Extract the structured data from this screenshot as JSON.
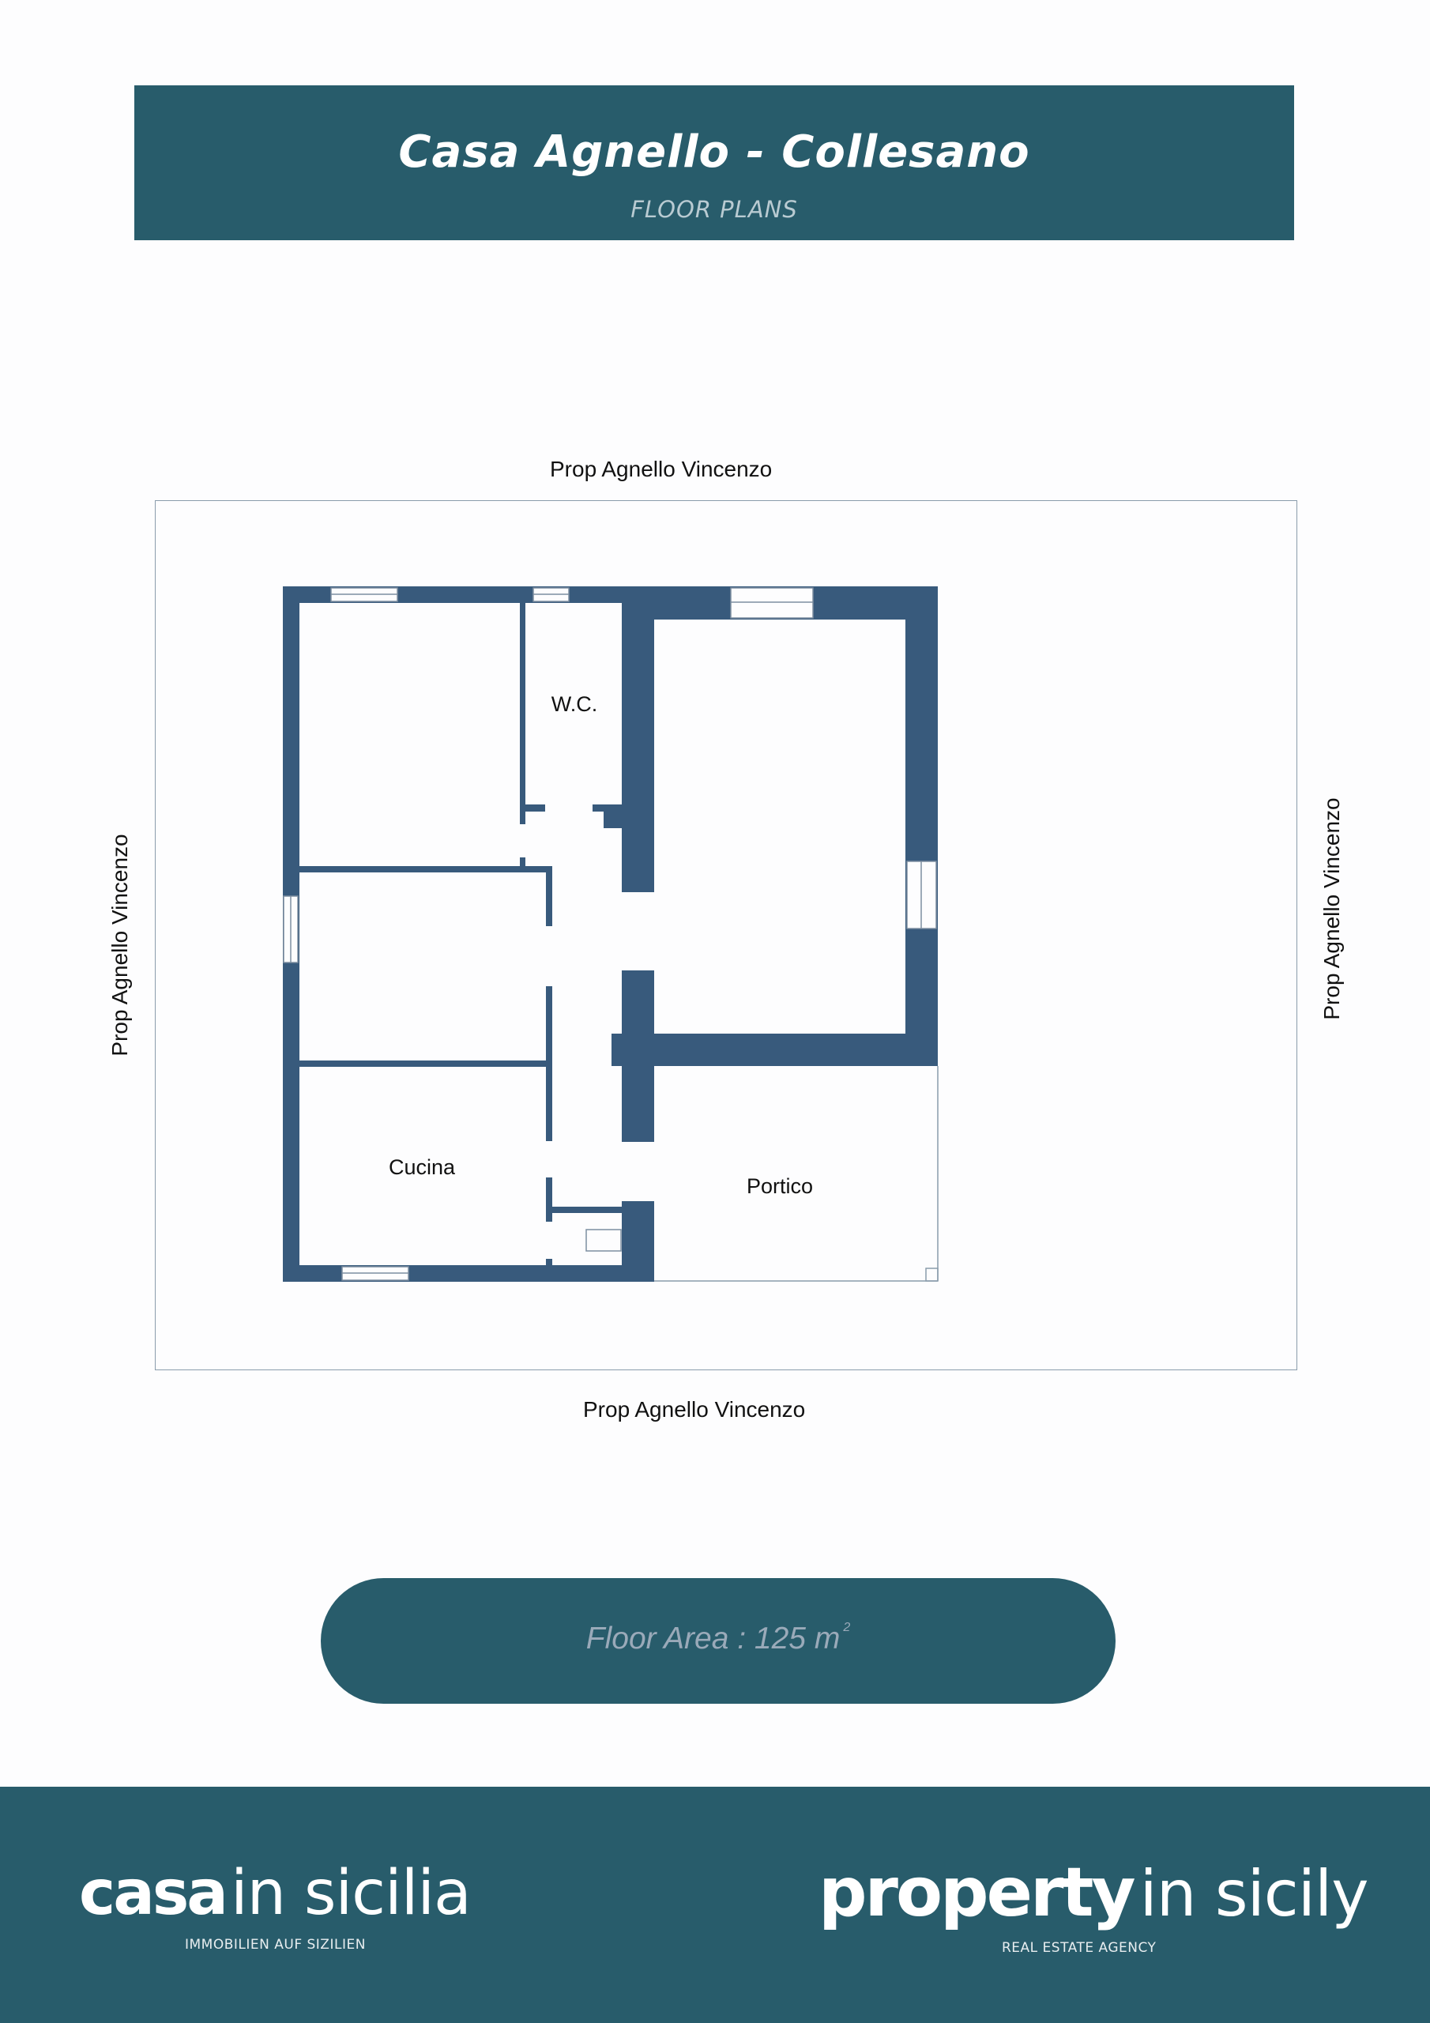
{
  "header": {
    "title": "Casa Agnello - Collesano",
    "subtitle": "FLOOR PLANS"
  },
  "plan": {
    "neighbor_top": "Prop Agnello Vincenzo",
    "neighbor_bottom": "Prop Agnello Vincenzo",
    "neighbor_left": "Prop Agnello Vincenzo",
    "neighbor_right": "Prop Agnello Vincenzo",
    "rooms": {
      "wc": "W.C.",
      "kitchen": "Cucina",
      "portico": "Portico"
    }
  },
  "area": {
    "label": "Floor Area : 125 m",
    "unit_exponent": "2"
  },
  "footer": {
    "logo_left": {
      "bold": "casa",
      "light": "in sicilia",
      "tagline": "IMMOBILIEN AUF SIZILIEN"
    },
    "logo_right": {
      "bold": "property",
      "light": "in sicily",
      "tagline": "REAL ESTATE AGENCY"
    }
  },
  "colors": {
    "brand": "#285c6b",
    "wall": "#385a7c",
    "page": "#fdfdfe"
  }
}
